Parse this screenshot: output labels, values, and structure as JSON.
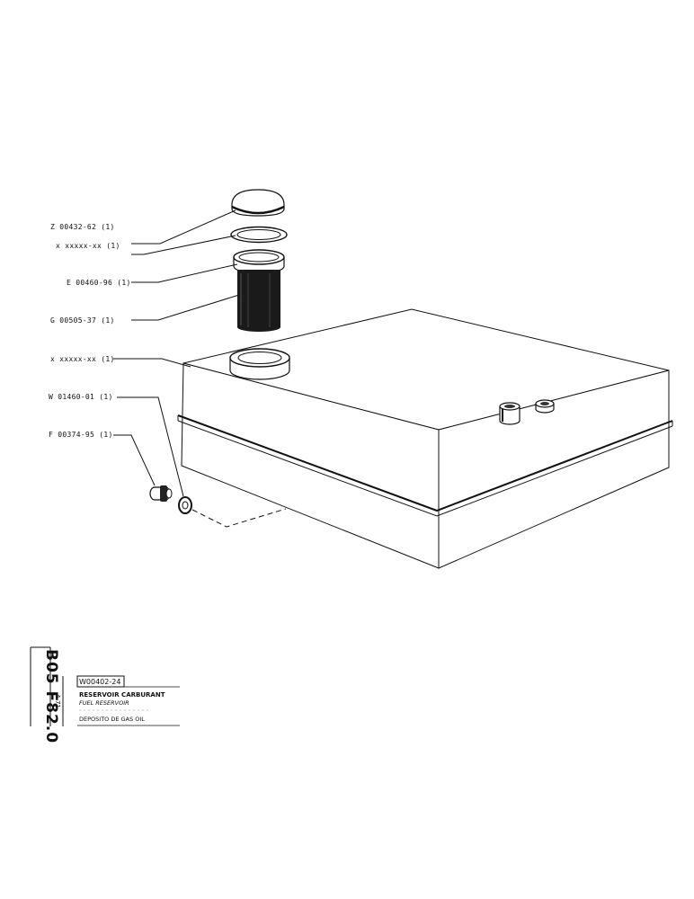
{
  "part_labels": [
    "Z 00432-62 (1)",
    "x xxxxx-xx (1)",
    "E 00460-96 (1)",
    "G 00505-37 (1)",
    "x xxxxx-xx (1)",
    "W 01460-01 (1)",
    "F 00374-95 (1)"
  ],
  "title_block": {
    "vertical_code": "B05 F82.0",
    "date": "4-71",
    "drawing_number": "W00402-24",
    "titles": [
      "RESERVOIR CARBURANT",
      "FUEL RESERVOIR",
      "DEPOSITO DE GAS OIL"
    ]
  }
}
